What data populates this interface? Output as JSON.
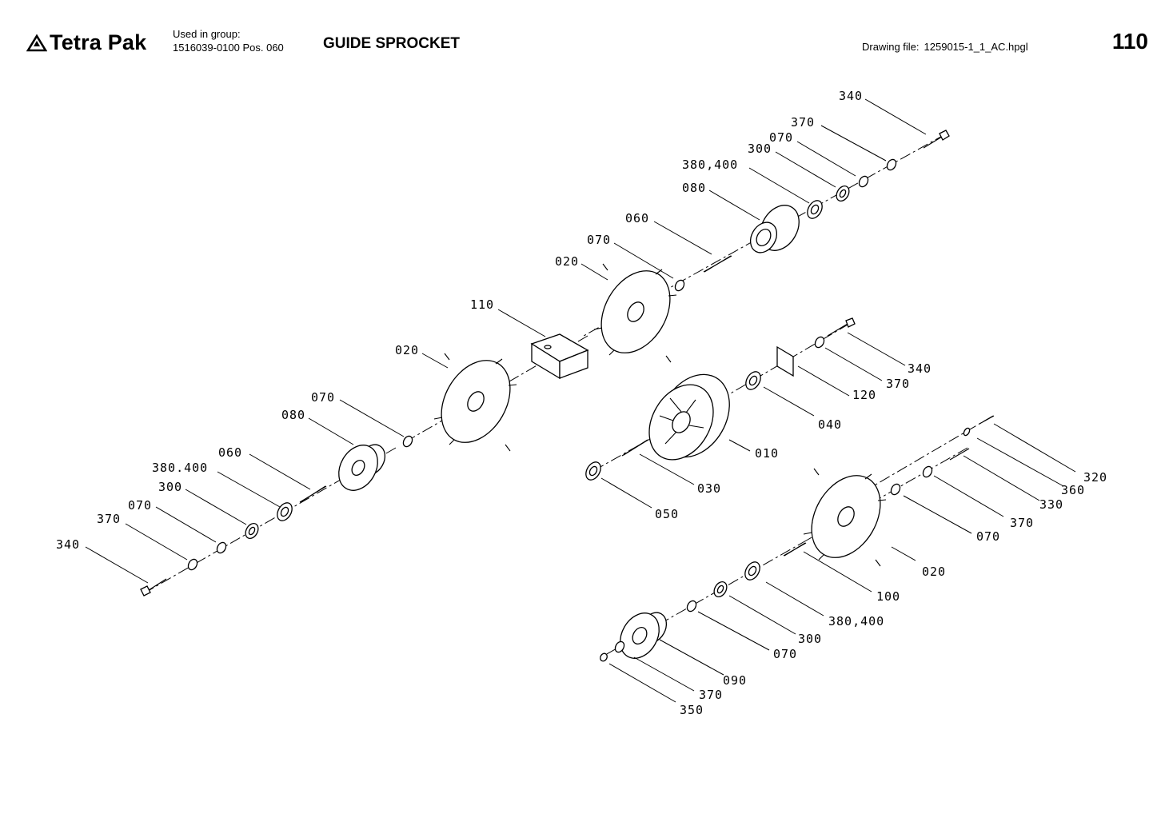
{
  "header": {
    "brand": "Tetra Pak",
    "used_in_group_label": "Used in group:",
    "used_in_group_value": "1516039-0100 Pos. 060",
    "title": "GUIDE SPROCKET",
    "drawing_file_label": "Drawing file:",
    "drawing_file_value": "1259015-1_1_AC.hpgl",
    "page_number": "110"
  },
  "labels": {
    "a340": "340",
    "a370": "370",
    "a070": "070",
    "a300": "300",
    "a380": "380,400",
    "a080": "080",
    "a060": "060",
    "a070b": "070",
    "a020": "020",
    "b110": "110",
    "b020": "020",
    "b070": "070",
    "b080": "080",
    "b060": "060",
    "b380": "380.400",
    "b300": "300",
    "b070b": "070",
    "b370": "370",
    "b340": "340",
    "c340": "340",
    "c370": "370",
    "c120": "120",
    "c040": "040",
    "c010": "010",
    "c030": "030",
    "c050": "050",
    "d320": "320",
    "d360": "360",
    "d330": "330",
    "d370": "370",
    "d070": "070",
    "d020": "020",
    "d100": "100",
    "d380": "380,400",
    "d300": "300",
    "d070b": "070",
    "d090": "090",
    "d370b": "370",
    "d350": "350"
  }
}
